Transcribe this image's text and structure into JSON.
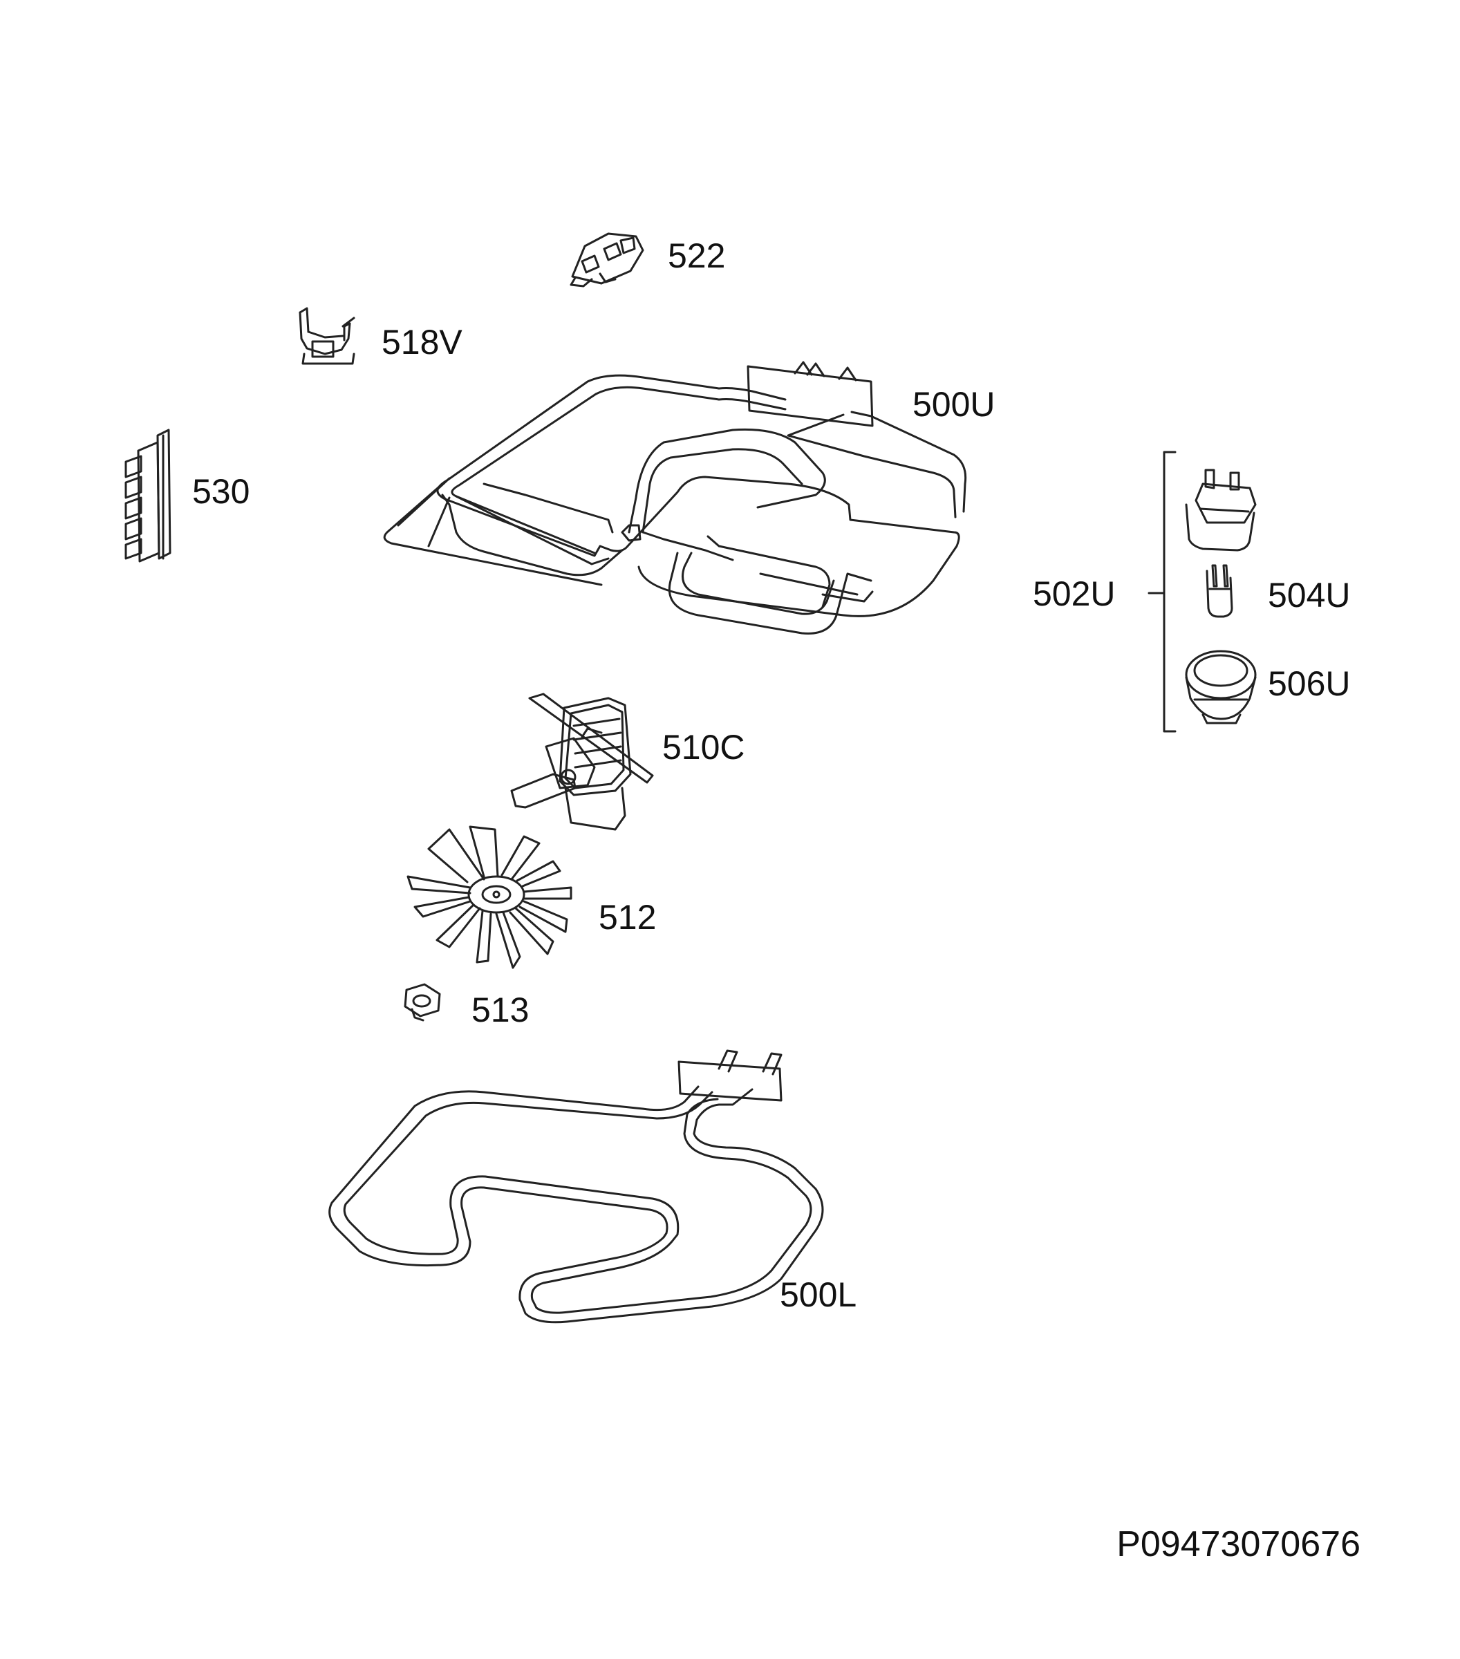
{
  "parts": {
    "p522": "522",
    "p518v": "518V",
    "p500u": "500U",
    "p530": "530",
    "p502u": "502U",
    "p504u": "504U",
    "p506u": "506U",
    "p510c": "510C",
    "p512": "512",
    "p513": "513",
    "p500l": "500L"
  },
  "diagram_code": "P09473070676"
}
